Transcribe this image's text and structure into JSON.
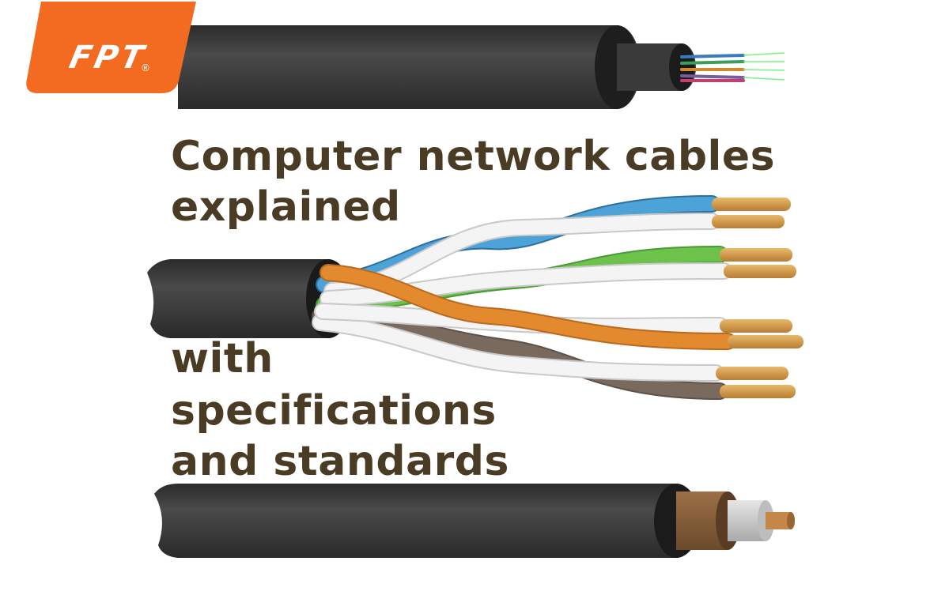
{
  "logo": {
    "text": "FPT",
    "mark": "®",
    "color": "#f26b21"
  },
  "headline": {
    "line1": "Computer network cables",
    "line2": "explained",
    "line3": "with",
    "line4": "specifications",
    "line5": "and standards",
    "color": "#4a3b24"
  },
  "illustrations": {
    "top": "fiber-optic-cable-icon",
    "middle": "twisted-pair-cable-icon",
    "bottom": "coaxial-cable-icon"
  },
  "colors": {
    "jacket": "#3c3c3c",
    "copper": "#d49a4a",
    "blue": "#4da3d8",
    "green": "#6cc24a",
    "orange": "#e38a2e",
    "brown": "#7a6a5e"
  }
}
